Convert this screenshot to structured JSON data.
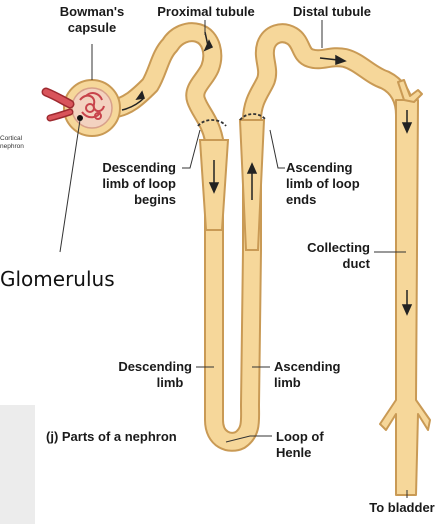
{
  "labels": {
    "bowmans_capsule_line1": "Bowman's",
    "bowmans_capsule_line2": "capsule",
    "proximal_tubule": "Proximal tubule",
    "distal_tubule": "Distal tubule",
    "cortical_nephron_line1": "Cortical",
    "cortical_nephron_line2": "nephron",
    "desc_loop_line1": "Descending",
    "desc_loop_line2": "limb of loop",
    "desc_loop_line3": "begins",
    "asc_loop_line1": "Ascending",
    "asc_loop_line2": "limb of loop",
    "asc_loop_line3": "ends",
    "glomerulus": "Glomerulus",
    "collecting_duct_line1": "Collecting",
    "collecting_duct_line2": "duct",
    "descending_limb_line1": "Descending",
    "descending_limb_line2": "limb",
    "ascending_limb_line1": "Ascending",
    "ascending_limb_line2": "limb",
    "caption": "(j) Parts of a nephron",
    "loop_of_henle_line1": "Loop of",
    "loop_of_henle_line2": "Henle",
    "to_bladder": "To bladder"
  },
  "colors": {
    "tubule_fill": "#f6d79a",
    "tubule_outline": "#c99a55",
    "capsule_fill": "#f3d2c0",
    "glomerulus_red": "#c8444c",
    "leader_line": "#333333",
    "panel_gray": "#ececec"
  }
}
